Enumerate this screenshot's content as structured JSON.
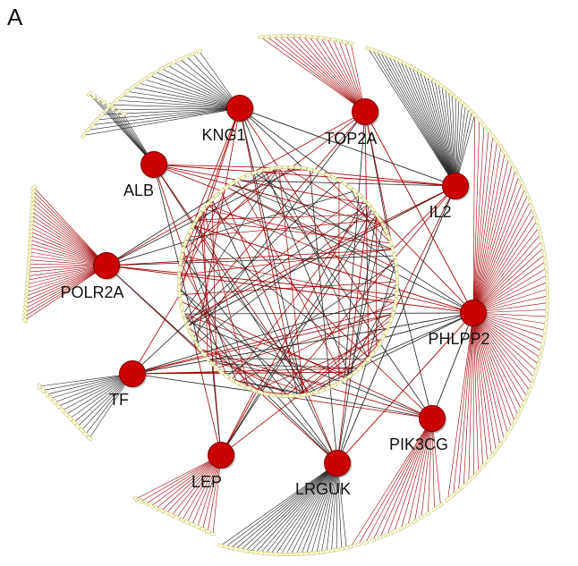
{
  "panel_label": "A",
  "colors": {
    "hub_fill": "#cc0000",
    "hub_stroke": "#7a0000",
    "leaf_fill": "#ffffcc",
    "leaf_stroke": "#b8b880",
    "edge_black": "#222222",
    "edge_red": "#a30000"
  },
  "hubs": [
    {
      "id": "KNG1",
      "label": "KNG1",
      "fan_color": "black"
    },
    {
      "id": "TOP2A",
      "label": "TOP2A",
      "fan_color": "red"
    },
    {
      "id": "ALB",
      "label": "ALB",
      "fan_color": "black"
    },
    {
      "id": "IL2",
      "label": "IL2",
      "fan_color": "black"
    },
    {
      "id": "POLR2A",
      "label": "POLR2A",
      "fan_color": "red"
    },
    {
      "id": "PHLPP2",
      "label": "PHLPP2",
      "fan_color": "red"
    },
    {
      "id": "TF",
      "label": "TF",
      "fan_color": "black"
    },
    {
      "id": "PIK3CG",
      "label": "PIK3CG",
      "fan_color": "red"
    },
    {
      "id": "LEP",
      "label": "LEP",
      "fan_color": "red"
    },
    {
      "id": "LRGUK",
      "label": "LRGUK",
      "fan_color": "black"
    }
  ]
}
